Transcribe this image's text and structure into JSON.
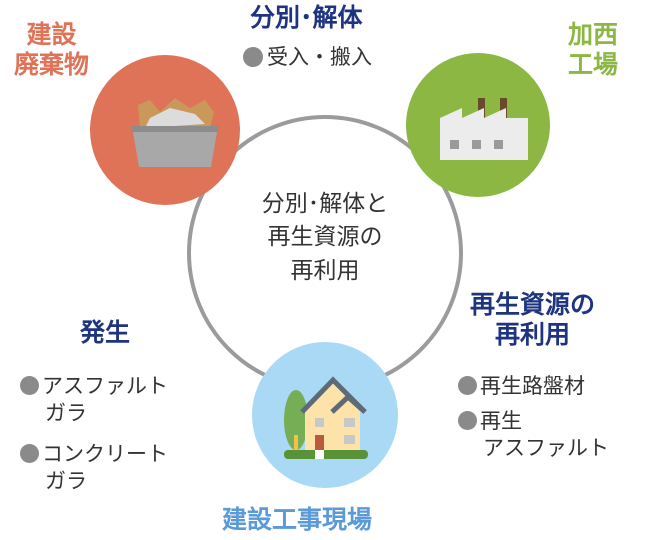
{
  "center": {
    "lines": [
      "分別･解体と",
      "再生資源の",
      "再利用"
    ]
  },
  "nodes": {
    "waste": {
      "label_lines": [
        "建設",
        "廃棄物"
      ],
      "color": "#df7358"
    },
    "plant": {
      "label_lines": [
        "加西",
        "工場"
      ],
      "color": "#8cb743"
    },
    "site": {
      "label": "建設工事現場",
      "color": "#5a9ad6"
    }
  },
  "sorting": {
    "title": "分別･解体",
    "items": [
      "受入・搬入"
    ],
    "color": "#1e3480"
  },
  "generation": {
    "title": "発生",
    "items": [
      [
        "アスファルト",
        "ガラ"
      ],
      [
        "コンクリート",
        "ガラ"
      ]
    ],
    "color": "#1e3480"
  },
  "reuse": {
    "title_lines": [
      "再生資源の",
      "再利用"
    ],
    "items": [
      [
        "再生路盤材"
      ],
      [
        "再生",
        "アスファルト"
      ]
    ],
    "color": "#1e3480"
  }
}
